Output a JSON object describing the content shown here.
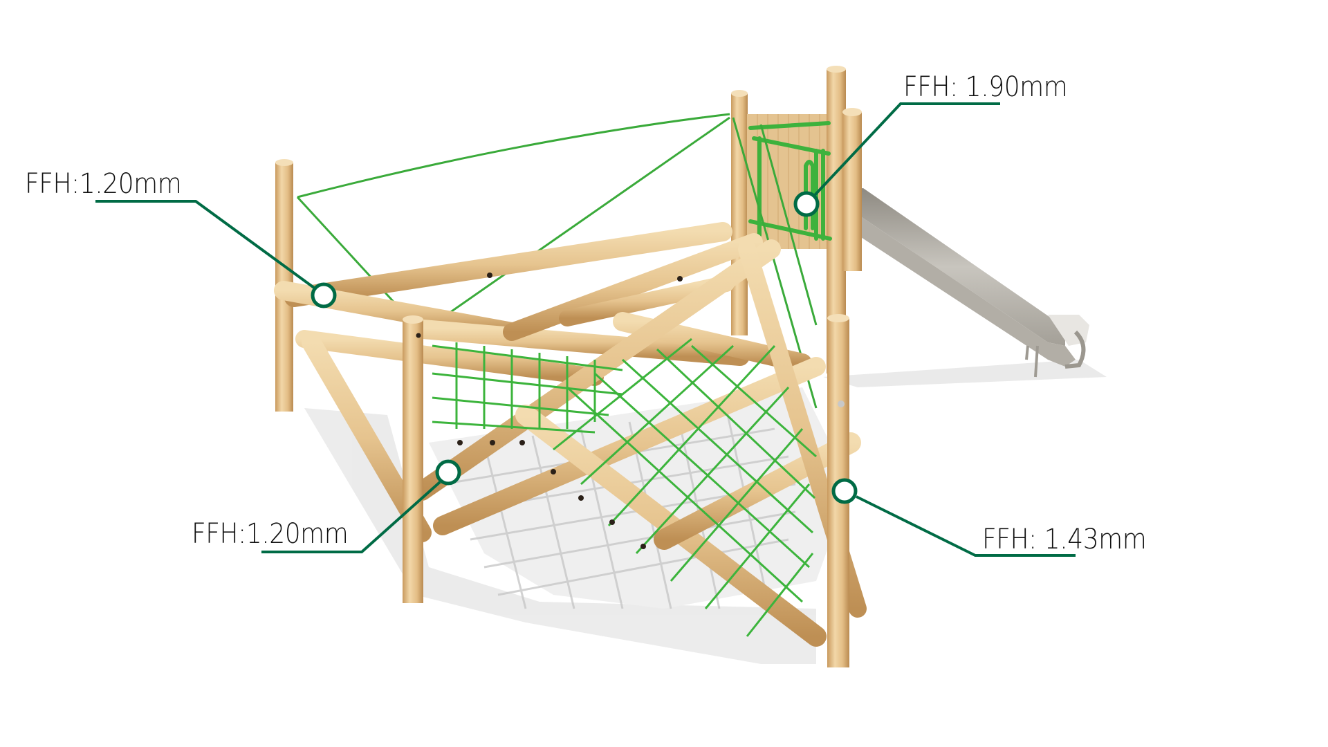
{
  "diagram": {
    "subject": "Timber climbing frame with rope nets, panel tower and stainless steel slide",
    "colors": {
      "callout_line": "#006b45",
      "callout_fill": "#ffffff",
      "timber": "#e6c38f",
      "timber_dark": "#c9995c",
      "net_green": "#3cb43c",
      "steel": "#a8a49c",
      "shadow": "#d2d2d2",
      "label_text": "#111111"
    },
    "callouts": [
      {
        "id": "ffh-left-upper",
        "label": "FFH:1.20mm",
        "circle": [
          468,
          427
        ]
      },
      {
        "id": "ffh-tower",
        "label": "FFH: 1.90mm",
        "circle": [
          1166,
          295
        ]
      },
      {
        "id": "ffh-left-lower",
        "label": "FFH:1.20mm",
        "circle": [
          648,
          683
        ]
      },
      {
        "id": "ffh-right",
        "label": "FFH: 1.43mm",
        "circle": [
          1221,
          710
        ]
      }
    ]
  }
}
